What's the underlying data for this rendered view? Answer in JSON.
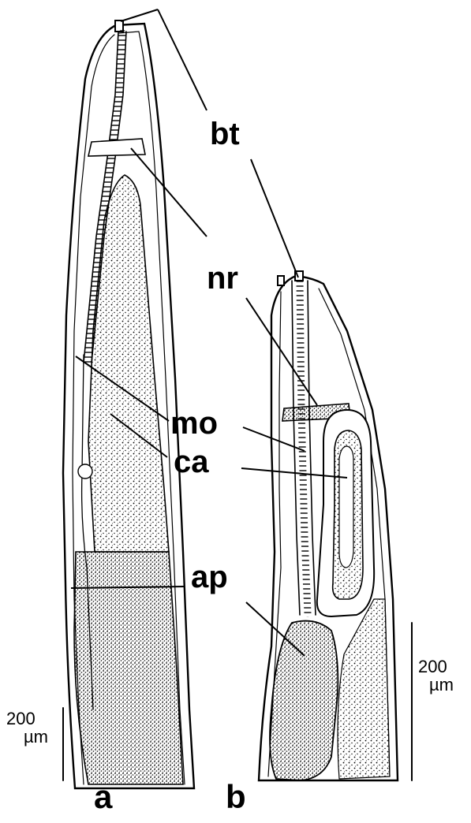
{
  "figure": {
    "panels": [
      {
        "id": "a",
        "label": "a"
      },
      {
        "id": "b",
        "label": "b"
      }
    ],
    "structure_labels": {
      "bt": "bt",
      "nr": "nr",
      "mo": "mo",
      "ca": "ca",
      "ap": "ap"
    },
    "scale_bars": [
      {
        "panel": "a",
        "value": "200",
        "unit": "µm"
      },
      {
        "panel": "b",
        "value": "200",
        "unit": "µm"
      }
    ],
    "colors": {
      "ink": "#000000",
      "paper": "#ffffff"
    }
  }
}
